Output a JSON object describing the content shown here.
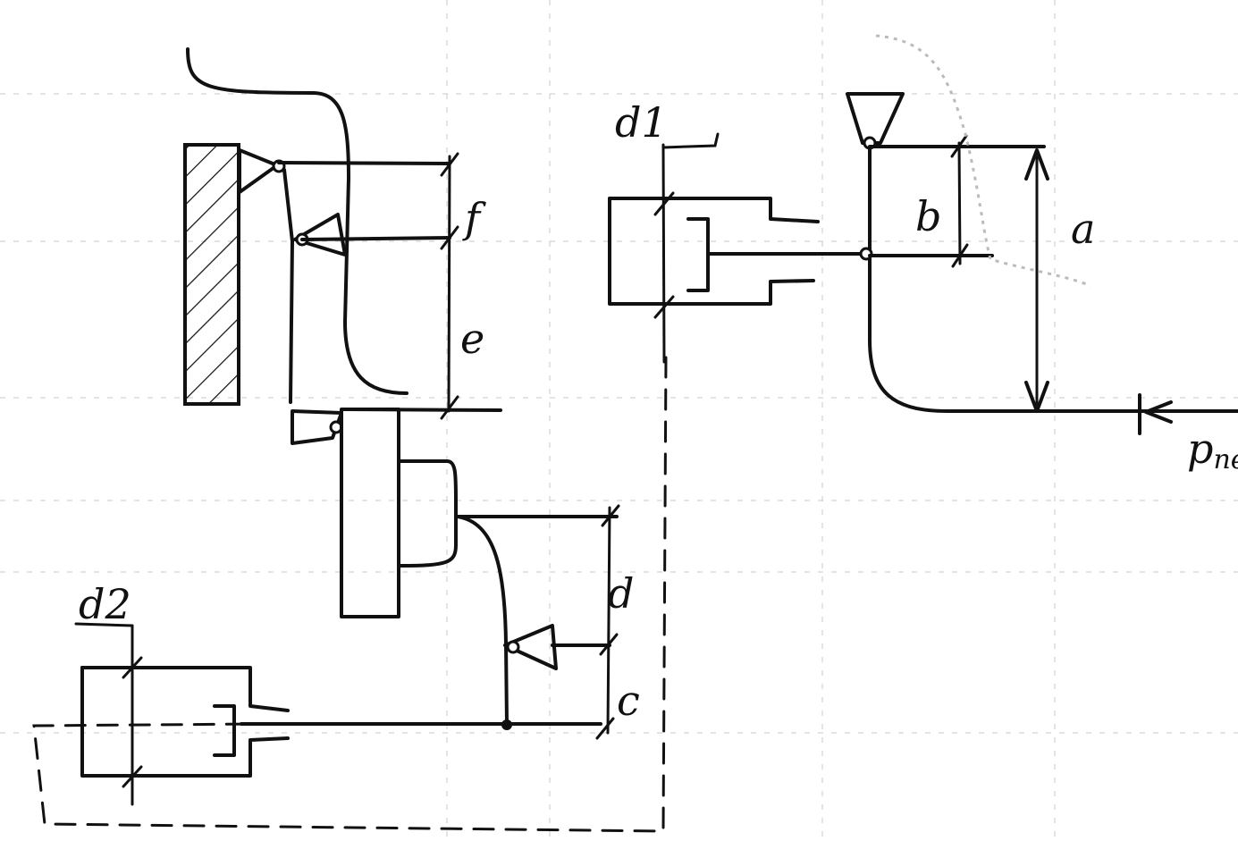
{
  "labels": {
    "f": "f",
    "e": "e",
    "d": "d",
    "c": "c",
    "b": "b",
    "a": "a",
    "d1": "d1",
    "d2": "d2",
    "p_main": "p",
    "p_sub": "ne"
  }
}
